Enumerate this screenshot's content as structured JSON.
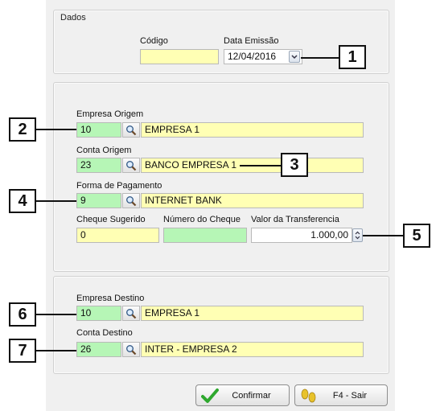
{
  "dados": {
    "legend": "Dados",
    "codigo_label": "Código",
    "codigo_value": "",
    "data_emissao_label": "Data Emissão",
    "data_emissao_value": "12/04/2016"
  },
  "origem": {
    "empresa_label": "Empresa Origem",
    "empresa_code": "10",
    "empresa_name": "EMPRESA 1",
    "conta_label": "Conta Origem",
    "conta_code": "23",
    "conta_name": "BANCO EMPRESA 1",
    "forma_label": "Forma de Pagamento",
    "forma_code": "9",
    "forma_name": "INTERNET BANK",
    "cheque_sugerido_label": "Cheque Sugerido",
    "cheque_sugerido_value": "0",
    "numero_cheque_label": "Número do Cheque",
    "numero_cheque_value": "",
    "valor_label": "Valor da Transferencia",
    "valor_value": "1.000,00"
  },
  "destino": {
    "empresa_label": "Empresa Destino",
    "empresa_code": "10",
    "empresa_name": "EMPRESA 1",
    "conta_label": "Conta Destino",
    "conta_code": "26",
    "conta_name": "INTER - EMPRESA 2"
  },
  "buttons": {
    "confirmar": "Confirmar",
    "sair": "F4 - Sair"
  },
  "callouts": [
    "1",
    "2",
    "3",
    "4",
    "5",
    "6",
    "7"
  ],
  "colors": {
    "required_field": "#ffffb4",
    "key_field": "#b6f6b6",
    "panel": "#f0f0f0"
  }
}
